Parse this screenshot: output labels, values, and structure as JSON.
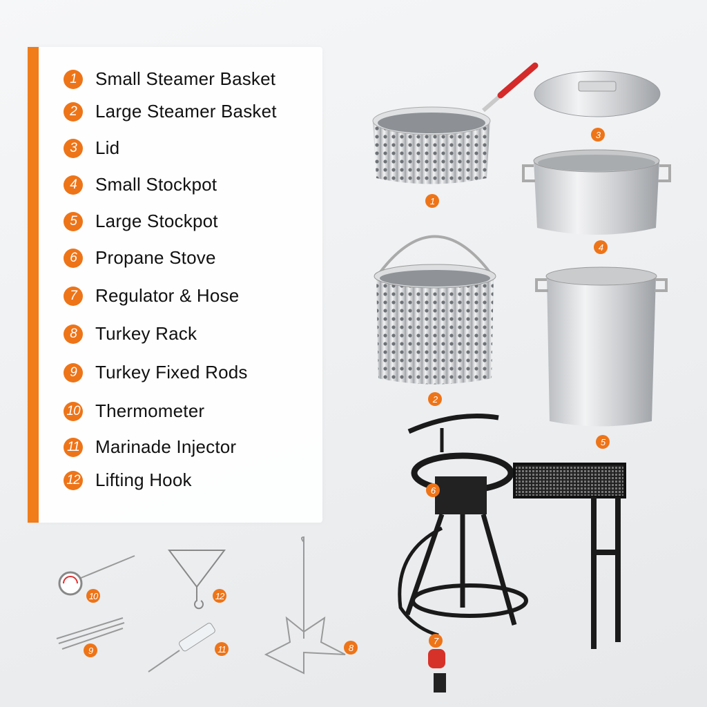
{
  "items": [
    {
      "num": "1",
      "label": "Small Steamer Basket"
    },
    {
      "num": "2",
      "label": "Large Steamer Basket"
    },
    {
      "num": "3",
      "label": "Lid"
    },
    {
      "num": "4",
      "label": "Small Stockpot"
    },
    {
      "num": "5",
      "label": "Large Stockpot"
    },
    {
      "num": "6",
      "label": "Propane Stove"
    },
    {
      "num": "7",
      "label": "Regulator & Hose"
    },
    {
      "num": "8",
      "label": "Turkey Rack"
    },
    {
      "num": "9",
      "label": "Turkey Fixed Rods"
    },
    {
      "num": "10",
      "label": "Thermometer"
    },
    {
      "num": "11",
      "label": "Marinade Injector"
    },
    {
      "num": "12",
      "label": "Lifting Hook"
    }
  ],
  "accent": "#ee7418"
}
